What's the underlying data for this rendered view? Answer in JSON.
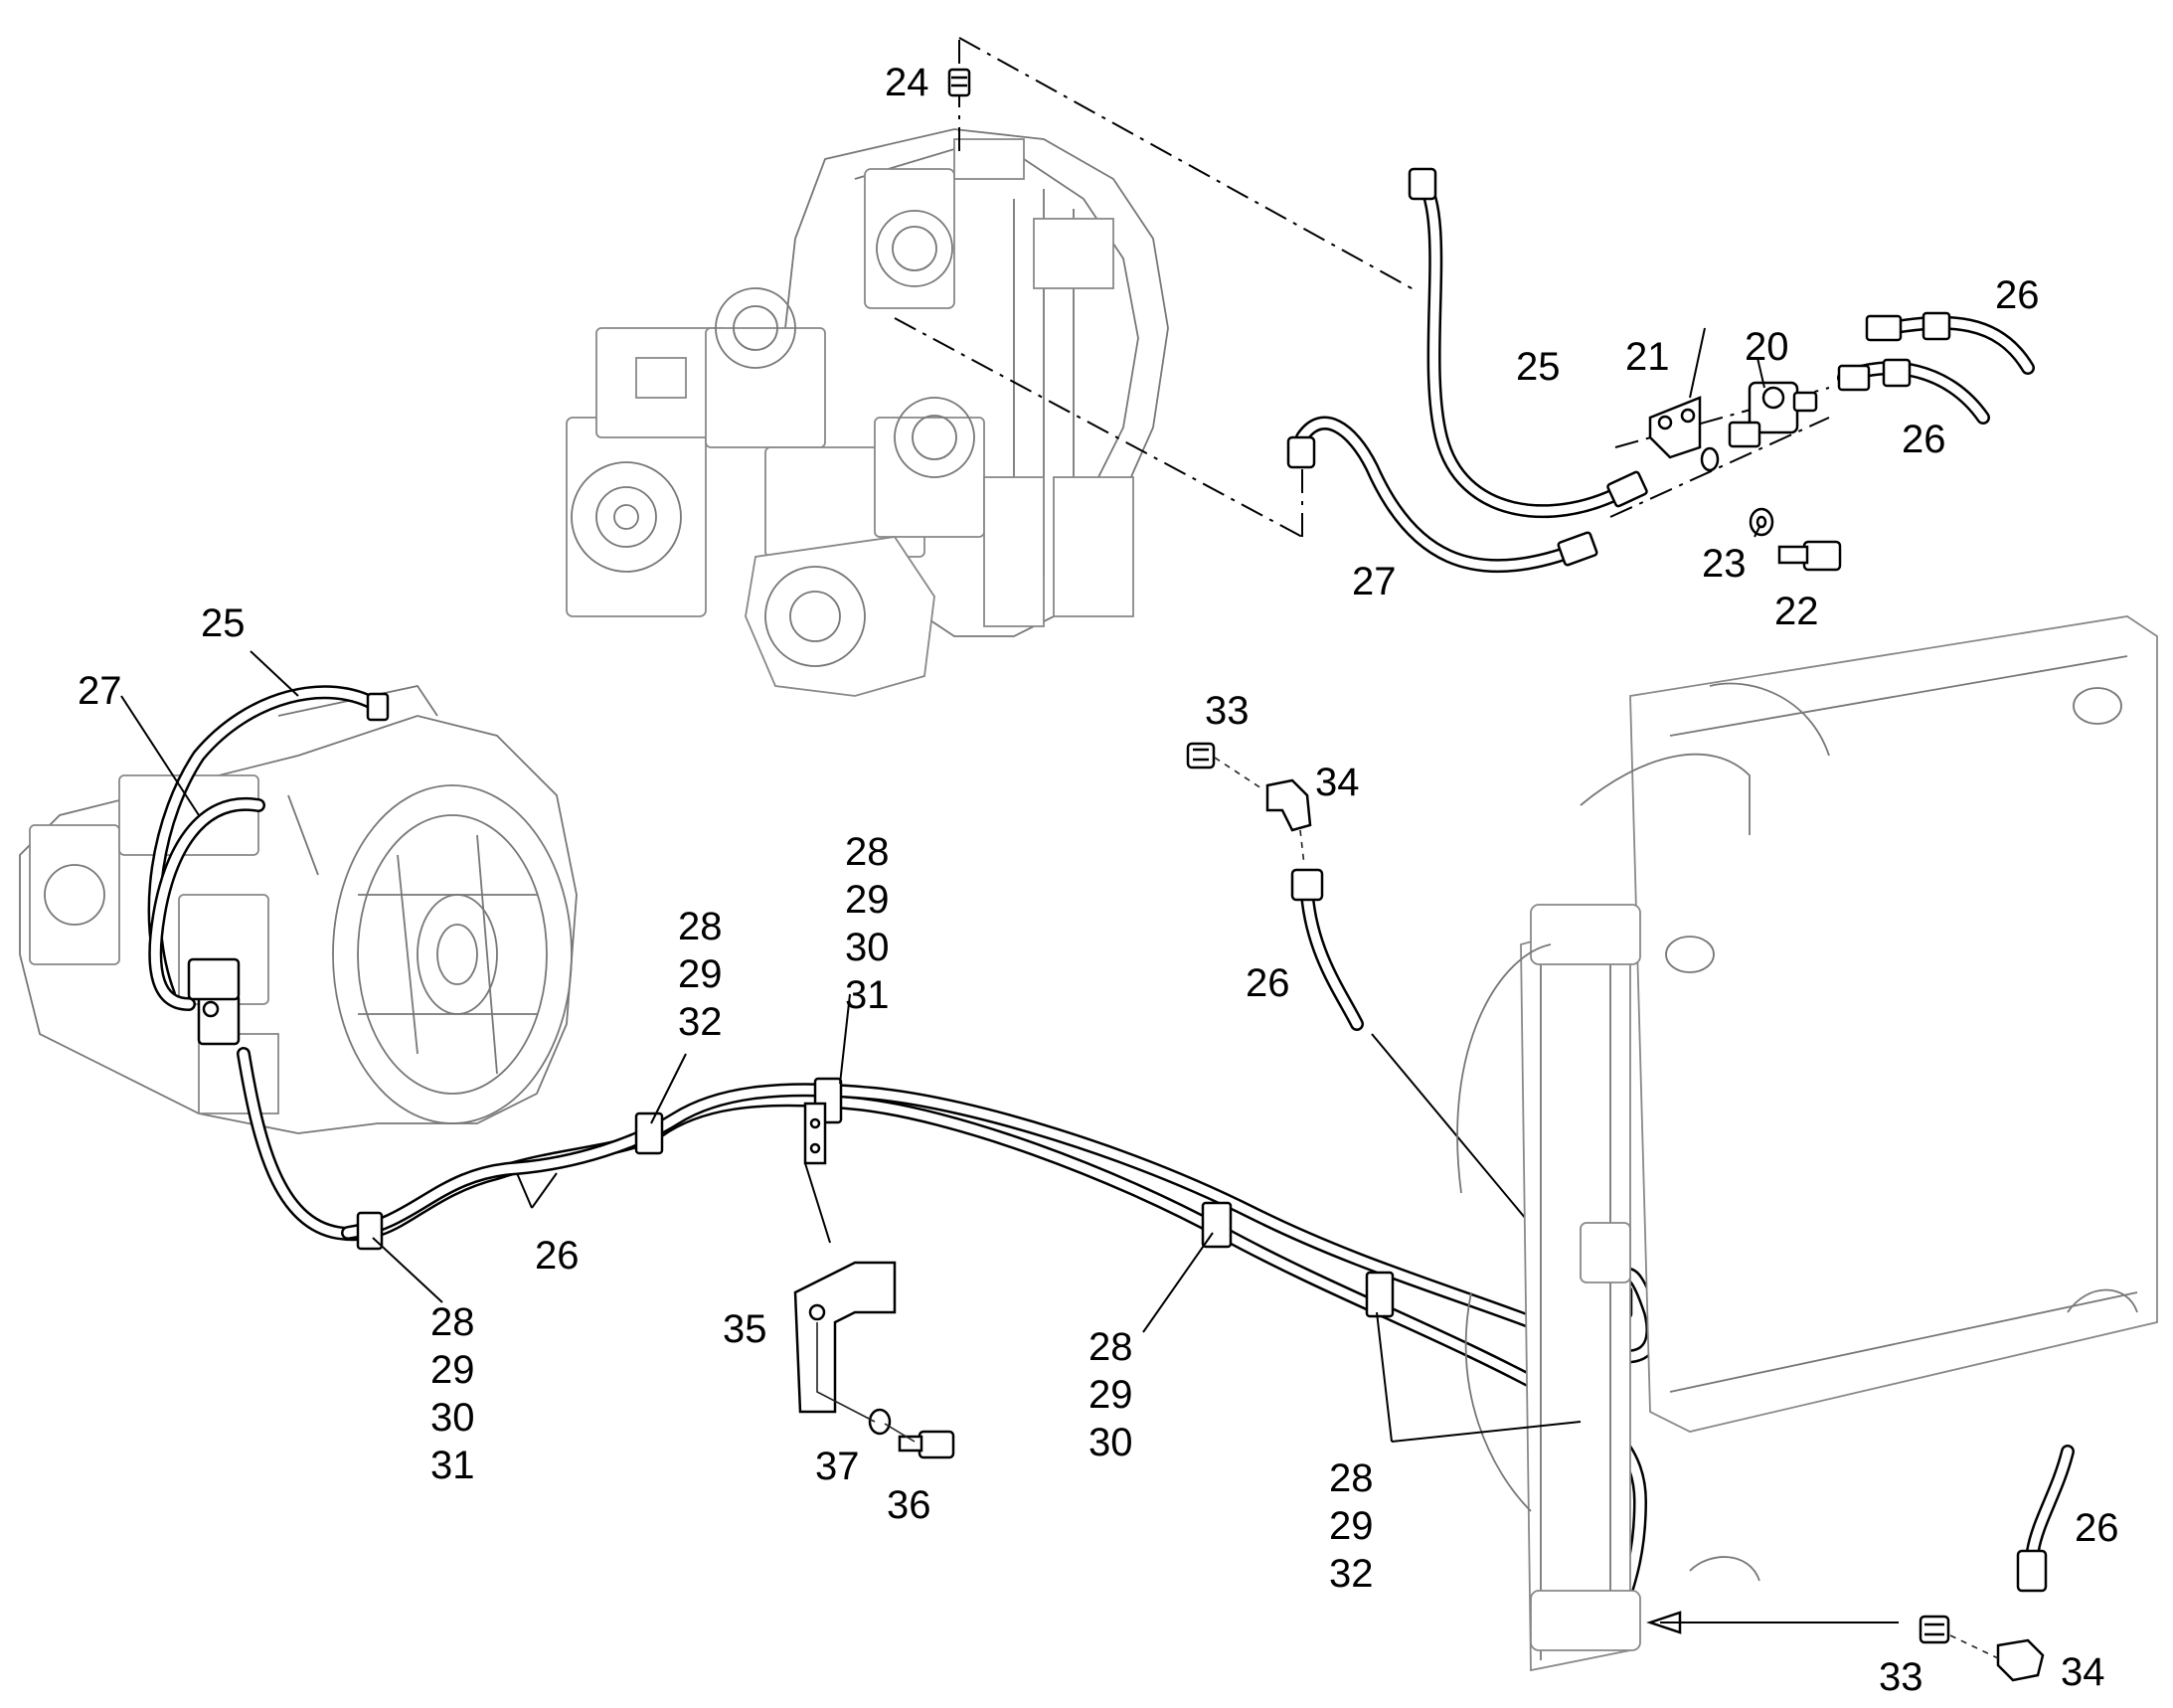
{
  "callouts": {
    "c20": "20",
    "c21": "21",
    "c22": "22",
    "c23": "23",
    "c24": "24",
    "c25_top": "25",
    "c26_top_a": "26",
    "c26_top_b": "26",
    "c27_top": "27",
    "c25_left": "25",
    "c27_left": "27",
    "c33_mid": "33",
    "c34_mid": "34",
    "c26_mid": "26",
    "c26_low": "26",
    "c35": "35",
    "c36": "36",
    "c37": "37",
    "c26_right": "26",
    "c33_bottom": "33",
    "c34_bottom": "34",
    "g1": [
      "28",
      "29",
      "32"
    ],
    "g2": [
      "28",
      "29",
      "30",
      "31"
    ],
    "g3": [
      "28",
      "29",
      "30",
      "31"
    ],
    "g4": [
      "28",
      "29",
      "30"
    ],
    "g5": [
      "28",
      "29",
      "32"
    ]
  }
}
